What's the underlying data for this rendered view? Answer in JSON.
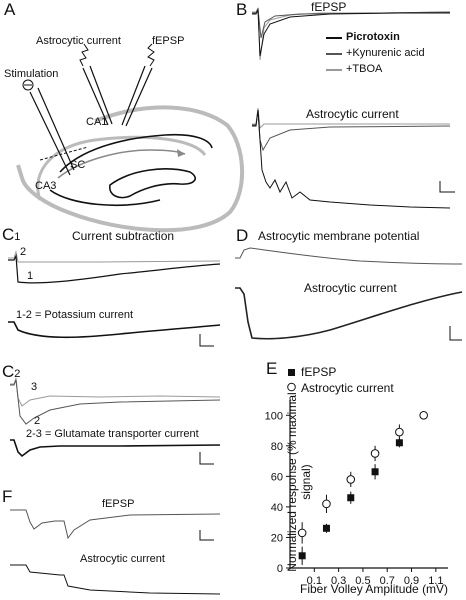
{
  "panels": {
    "A": {
      "letter": "A",
      "labels": {
        "astro": "Astrocytic current",
        "fepsp": "fEPSP",
        "stim": "Stimulation",
        "ca1": "CA1",
        "sc": "SC",
        "ca3": "CA3"
      }
    },
    "B": {
      "letter": "B",
      "title_fepsp": "fEPSP",
      "title_astro": "Astrocytic current",
      "legend": [
        "Picrotoxin",
        "+Kynurenic acid",
        "+TBOA"
      ],
      "legend_colors": [
        "#111111",
        "#555555",
        "#9a9a9a"
      ]
    },
    "C1": {
      "letter": "C",
      "sub": "1",
      "title": "Current subtraction",
      "trace1": "1",
      "trace2": "2",
      "result": "1-2 = Potassium current"
    },
    "C2": {
      "letter": "C",
      "sub": "2",
      "trace3": "3",
      "trace2": "2",
      "result": "2-3 = Glutamate transporter current"
    },
    "D": {
      "letter": "D",
      "title_mp": "Astrocytic membrane potential",
      "title_ac": "Astrocytic current"
    },
    "E": {
      "letter": "E",
      "legend": [
        "fEPSP",
        "Astrocytic current"
      ]
    },
    "F": {
      "letter": "F",
      "title_fepsp": "fEPSP",
      "title_ac": "Astrocytic current"
    }
  },
  "chart_data": {
    "type": "scatter",
    "xlabel": "Fiber Volley Amplitude (mV)",
    "ylabel": "Normalized response (% maximal signal)",
    "xlim": [
      -0.1,
      1.2
    ],
    "ylim": [
      0,
      110
    ],
    "xticks": [
      "0.1",
      "0.3",
      "0.5",
      "0.7",
      "0.9",
      "1.1"
    ],
    "yticks": [
      "0",
      "20",
      "40",
      "60",
      "80",
      "100"
    ],
    "series": [
      {
        "name": "fEPSP",
        "marker": "filled-square",
        "x": [
          0.0,
          0.2,
          0.4,
          0.6,
          0.8
        ],
        "y": [
          8,
          26,
          46,
          63,
          82
        ],
        "err": [
          6,
          3,
          4,
          5,
          3
        ]
      },
      {
        "name": "Astrocytic current",
        "marker": "open-circle",
        "x": [
          0.0,
          0.2,
          0.4,
          0.6,
          0.8,
          1.0
        ],
        "y": [
          23,
          42,
          58,
          75,
          89,
          100
        ],
        "err": [
          7,
          6,
          5,
          5,
          5,
          0
        ]
      }
    ]
  }
}
